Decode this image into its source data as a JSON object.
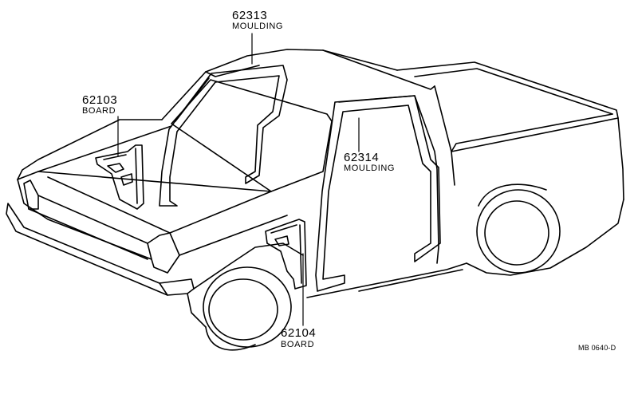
{
  "parts": [
    {
      "number": "62313",
      "name": "MOULDING"
    },
    {
      "number": "62103",
      "name": "BOARD"
    },
    {
      "number": "62314",
      "name": "MOULDING"
    },
    {
      "number": "62104",
      "name": "BOARD"
    }
  ],
  "diagram_code": "MB 0640-D",
  "colors": {
    "ink": "#000000",
    "paper": "#ffffff"
  }
}
